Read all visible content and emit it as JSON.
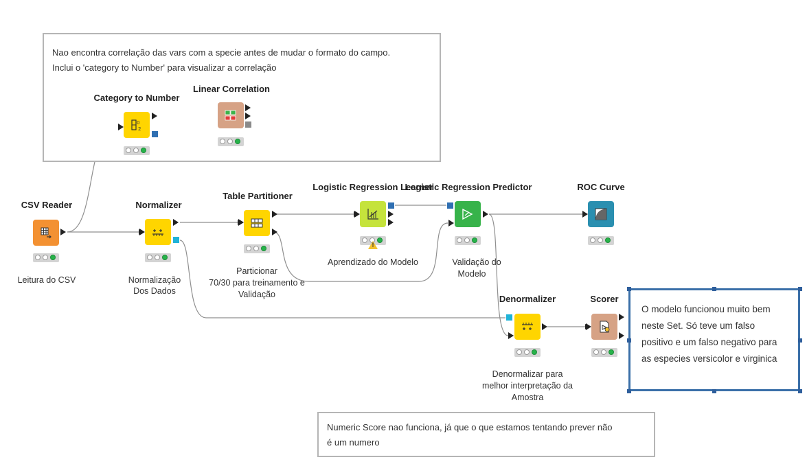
{
  "annotations": {
    "top": {
      "line1": "Nao encontra correlação das vars com a specie antes de mudar o formato do campo.",
      "line2": "Inclui o 'category to Number' para visualizar a correlação"
    },
    "right": {
      "text": "O modelo funcionou muito bem neste Set. Só teve um falso positivo e um falso negativo para as especies versicolor e virginica"
    },
    "bottom": {
      "line1": "Numeric Score nao funciona, já que o que estamos tentando prever não",
      "line2": "é um numero"
    }
  },
  "nodes": {
    "csv_reader": {
      "title": "CSV Reader",
      "label": "Leitura do CSV",
      "color": "#f39132"
    },
    "category_to_number": {
      "title": "Category to Number",
      "label": "",
      "color": "#ffd500"
    },
    "linear_correlation": {
      "title": "Linear Correlation",
      "label": "",
      "color": "#d6a285"
    },
    "normalizer": {
      "title": "Normalizer",
      "label1": "Normalização",
      "label2": "Dos Dados",
      "color": "#ffd500"
    },
    "table_partitioner": {
      "title": "Table Partitioner",
      "label1": "Particionar",
      "label2": "70/30 para treinamento e",
      "label3": "Validação",
      "color": "#ffd500"
    },
    "lr_learner": {
      "title": "Logistic Regression Learner",
      "label": "Aprendizado do Modelo",
      "color": "#c5e33c"
    },
    "lr_predictor": {
      "title": "Logistic Regression Predictor",
      "label1": "Validação do",
      "label2": "Modelo",
      "color": "#37b34a"
    },
    "roc_curve": {
      "title": "ROC Curve",
      "label": "",
      "color": "#2a8fb0"
    },
    "denormalizer": {
      "title": "Denormalizer",
      "label1": "Denormalizar para",
      "label2": "melhor interpretação da",
      "label3": "Amostra",
      "color": "#ffd500"
    },
    "scorer": {
      "title": "Scorer",
      "label": "",
      "color": "#d6a285"
    }
  },
  "colors": {
    "port_model": "#2f6fb2",
    "port_normalizer": "#20b3d8",
    "port_gray": "#8a8a8a",
    "status_green": "#27b34a",
    "warning": "#f2c12e",
    "selection": "#3a6fa8"
  }
}
